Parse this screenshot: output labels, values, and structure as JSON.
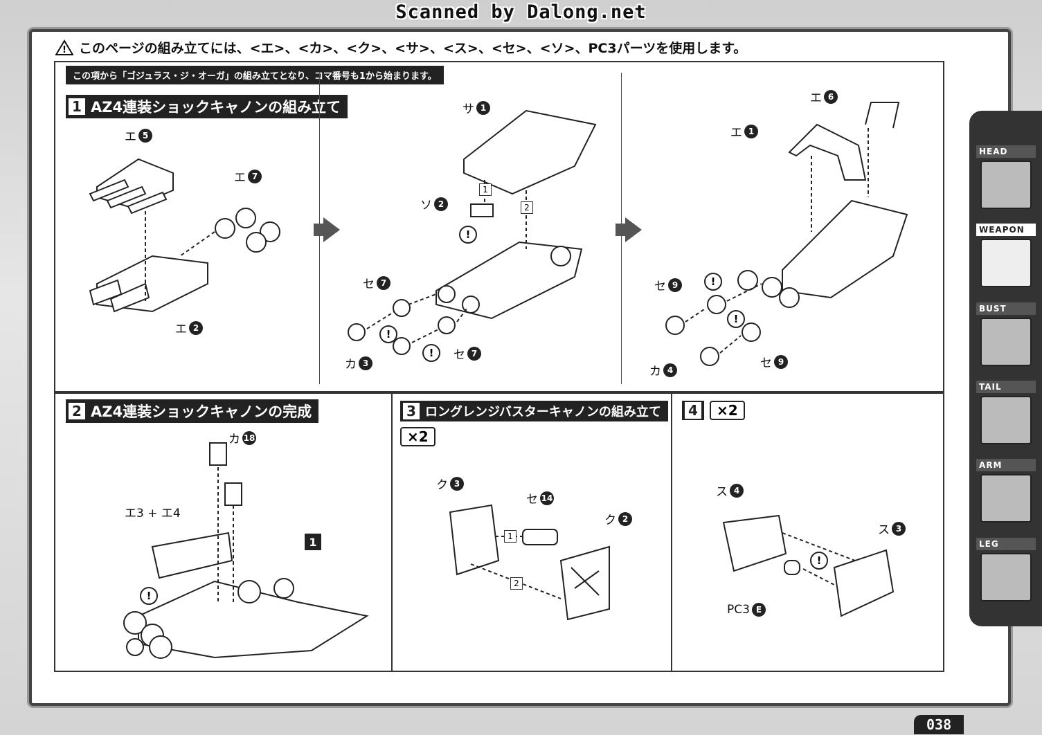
{
  "watermark": "Scanned by Dalong.net",
  "header": {
    "text": "このページの組み立てには、<エ>、<カ>、<ク>、<サ>、<ス>、<セ>、<ソ>、PC3パーツを使用します。"
  },
  "note": "この項から「ゴジュラス・ジ・オーガ」の組み立てとなり、コマ番号も1から始まります。",
  "steps": [
    {
      "num": "1",
      "title": "AZ4連装ショックキャノンの組み立て"
    },
    {
      "num": "2",
      "title": "AZ4連装ショックキャノンの完成"
    },
    {
      "num": "3",
      "title": "ロングレンジバスターキャノンの組み立て",
      "multiplier": "×2"
    },
    {
      "num": "4",
      "title": "",
      "multiplier": "×2"
    }
  ],
  "labels": {
    "e5": {
      "kana": "エ",
      "num": "5"
    },
    "e7": {
      "kana": "エ",
      "num": "7"
    },
    "e2": {
      "kana": "エ",
      "num": "2"
    },
    "sa1": {
      "kana": "サ",
      "num": "1"
    },
    "so2": {
      "kana": "ソ",
      "num": "2"
    },
    "se7a": {
      "kana": "セ",
      "num": "7"
    },
    "ka3": {
      "kana": "カ",
      "num": "3"
    },
    "se7b": {
      "kana": "セ",
      "num": "7"
    },
    "e6": {
      "kana": "エ",
      "num": "6"
    },
    "e1": {
      "kana": "エ",
      "num": "1"
    },
    "se9a": {
      "kana": "セ",
      "num": "9"
    },
    "ka4": {
      "kana": "カ",
      "num": "4"
    },
    "se9b": {
      "kana": "セ",
      "num": "9"
    },
    "ka18": {
      "kana": "カ",
      "num": "18"
    },
    "e3e4": {
      "text": "エ3 + エ4"
    },
    "ku3": {
      "kana": "ク",
      "num": "3"
    },
    "se14": {
      "kana": "セ",
      "num": "14"
    },
    "ku2": {
      "kana": "ク",
      "num": "2"
    },
    "su4": {
      "kana": "ス",
      "num": "4"
    },
    "su3": {
      "kana": "ス",
      "num": "3"
    },
    "pc3e": {
      "kana": "PC3",
      "num": "E"
    }
  },
  "step_markers": {
    "one": "1",
    "two": "2",
    "big1": "1"
  },
  "sidebar": {
    "tabs": [
      "HEAD",
      "WEAPON",
      "BUST",
      "TAIL",
      "ARM",
      "LEG"
    ],
    "active": "WEAPON"
  },
  "page_number": "038"
}
